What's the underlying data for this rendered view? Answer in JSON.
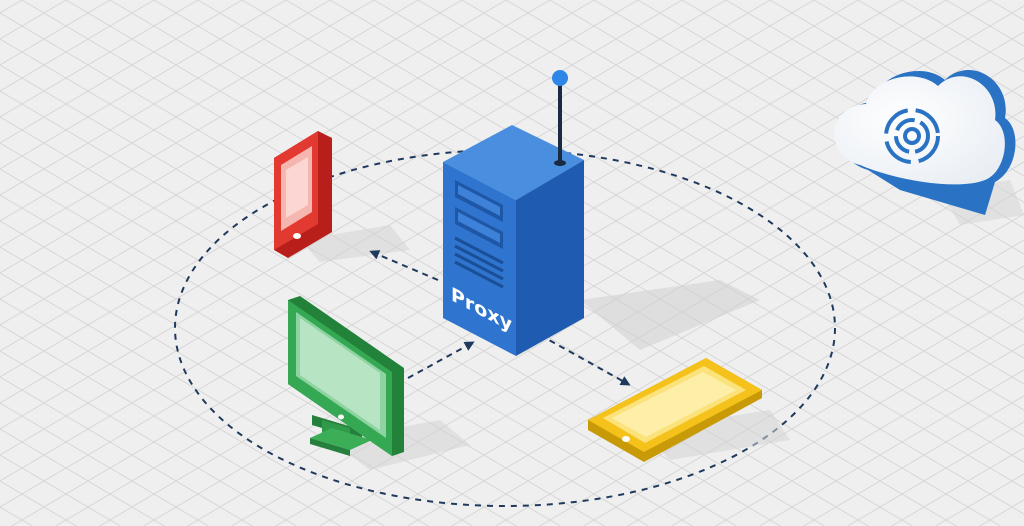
{
  "diagram": {
    "server_label": "Proxy",
    "nodes": [
      {
        "id": "proxy",
        "kind": "server",
        "color": "#2f74cf"
      },
      {
        "id": "phone",
        "kind": "smartphone",
        "color": "#e0302a"
      },
      {
        "id": "desktop",
        "kind": "monitor",
        "color": "#35a853"
      },
      {
        "id": "tablet",
        "kind": "tablet",
        "color": "#f5c21b"
      },
      {
        "id": "cloud",
        "kind": "cloud",
        "color": "#2a72c4"
      }
    ],
    "edges": [
      {
        "from": "proxy",
        "to": "phone",
        "style": "dashed-arrow"
      },
      {
        "from": "desktop",
        "to": "proxy",
        "style": "dashed-arrow"
      },
      {
        "from": "proxy",
        "to": "tablet",
        "style": "dashed-arrow"
      }
    ],
    "ring_style": "dashed-ellipse",
    "colors": {
      "background": "#efefef",
      "grid": "#d9d9d9",
      "dash": "#1f3a5c"
    }
  }
}
